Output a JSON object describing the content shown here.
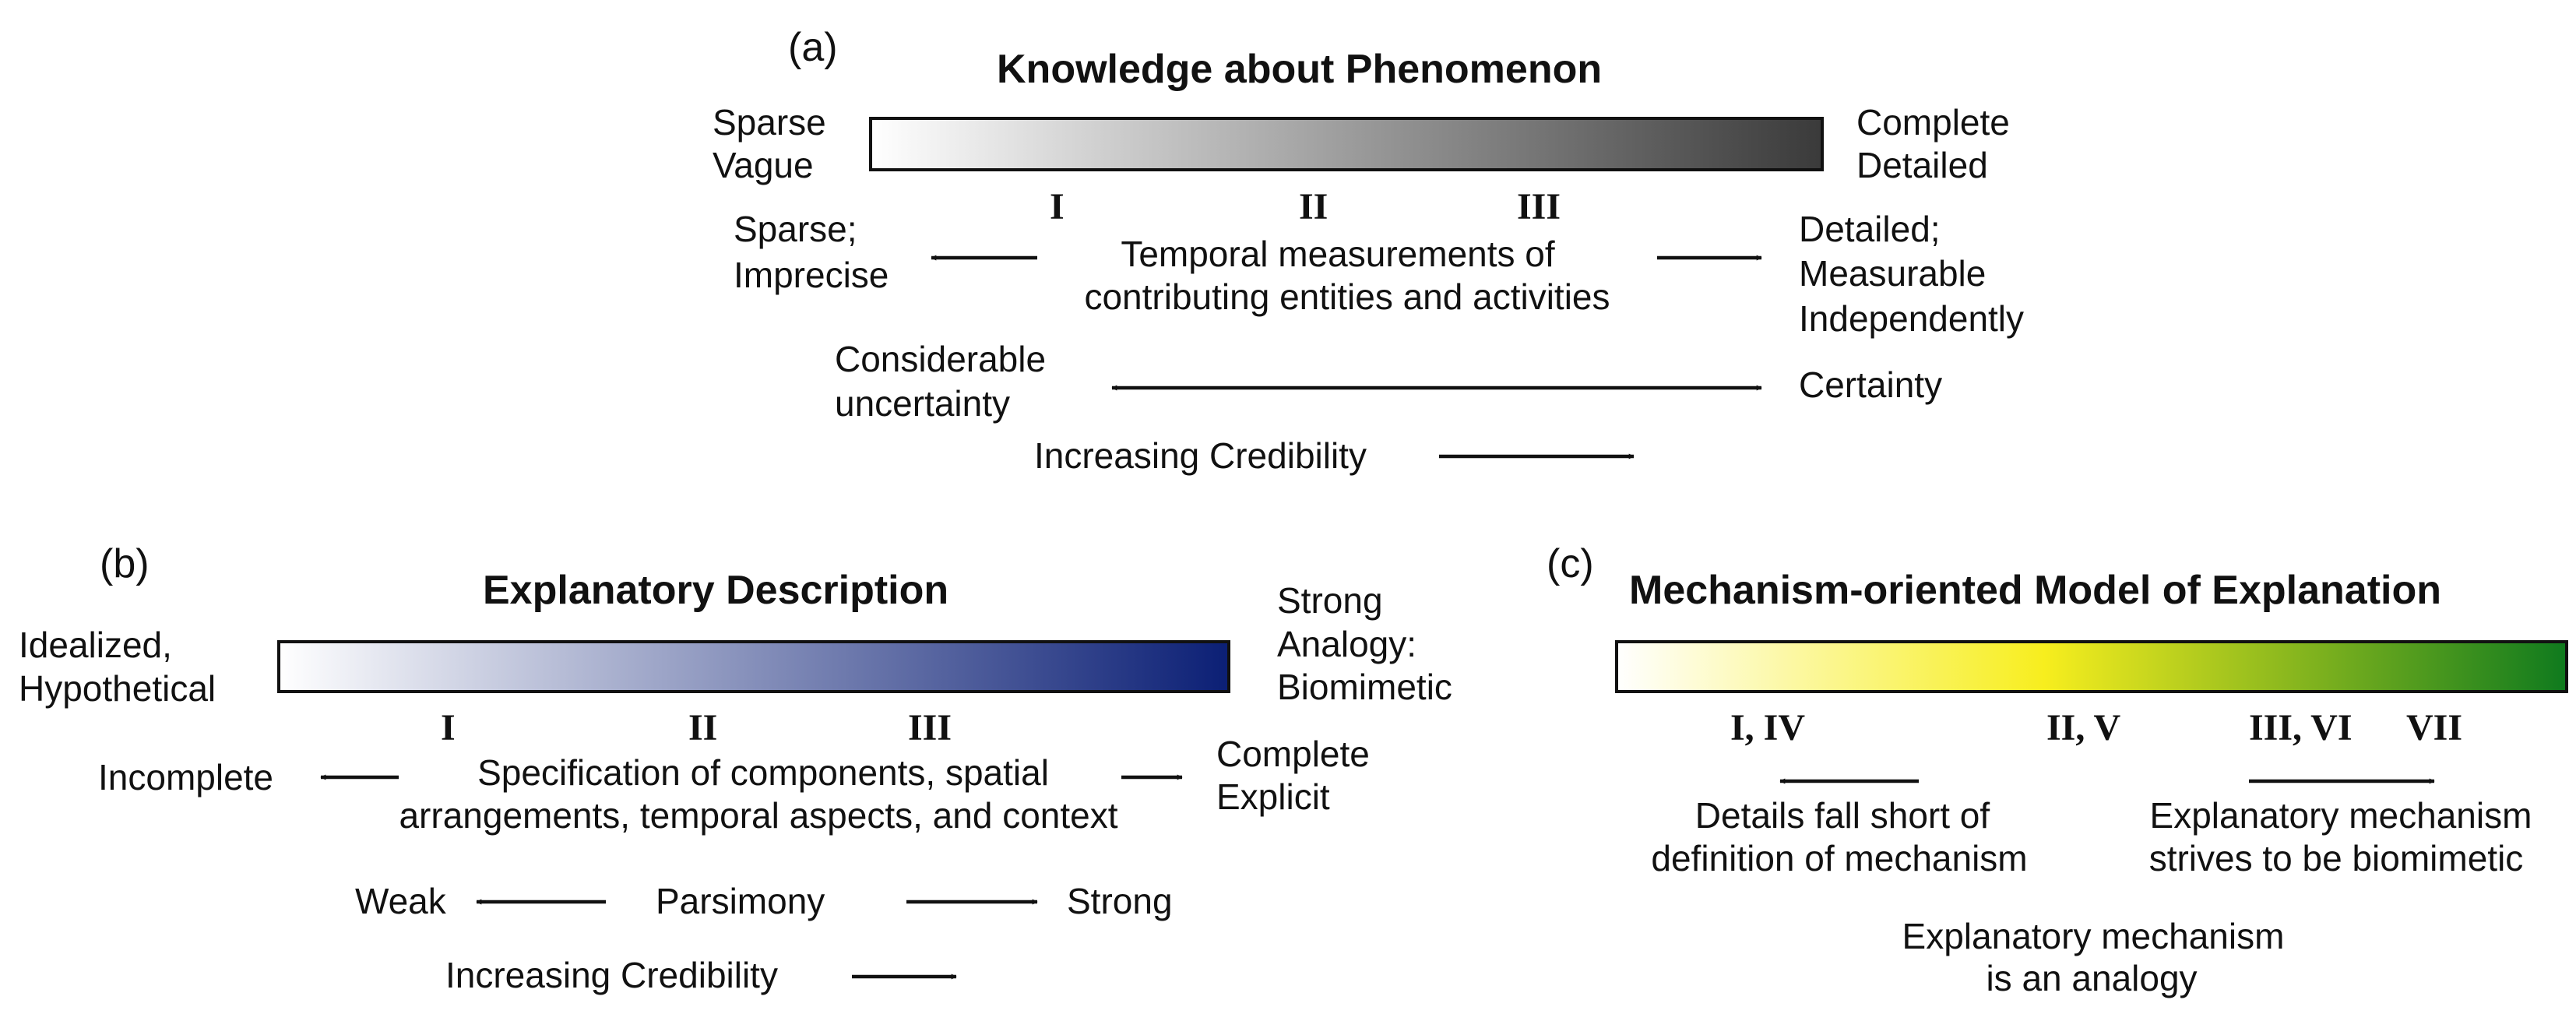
{
  "panel_a": {
    "letter": "(a)",
    "title": "Knowledge about Phenomenon",
    "left_label": [
      "Sparse",
      "Vague"
    ],
    "right_label": [
      "Complete",
      "Detailed"
    ],
    "markers": [
      "I",
      "II",
      "III"
    ],
    "measure_left": [
      "Sparse;",
      "Imprecise"
    ],
    "measure_center": [
      "Temporal measurements of",
      "contributing entities and activities"
    ],
    "measure_right": [
      "Detailed;",
      "Measurable",
      "Independently"
    ],
    "uncertainty_left": [
      "Considerable",
      "uncertainty"
    ],
    "uncertainty_right": "Certainty",
    "credibility": "Increasing Credibility",
    "gradient_colors": [
      "#ffffff",
      "#3a3a3a"
    ]
  },
  "panel_b": {
    "letter": "(b)",
    "title": "Explanatory Description",
    "left_label": [
      "Idealized,",
      "Hypothetical"
    ],
    "right_label": [
      "Strong",
      "Analogy:",
      "Biomimetic"
    ],
    "markers": [
      "I",
      "II",
      "III"
    ],
    "spec_left": "Incomplete",
    "spec_center": [
      "Specification of components, spatial",
      "arrangements, temporal aspects, and context"
    ],
    "spec_right": [
      "Complete",
      "Explicit"
    ],
    "parsimony_left": "Weak",
    "parsimony_center": "Parsimony",
    "parsimony_right": "Strong",
    "credibility": "Increasing Credibility",
    "gradient_colors": [
      "#ffffff",
      "#0b1f75"
    ]
  },
  "panel_c": {
    "letter": "(c)",
    "title": "Mechanism-oriented Model of Explanation",
    "markers": [
      "I, IV",
      "II, V",
      "III, VI",
      "VII"
    ],
    "left_text": [
      "Details fall short of",
      "definition of mechanism"
    ],
    "right_text": [
      "Explanatory mechanism",
      "strives to be biomimetic"
    ],
    "bottom_text": [
      "Explanatory mechanism",
      "is an analogy"
    ],
    "gradient_colors": [
      "#ffffff",
      "#f7ee1e",
      "#0f7a1e"
    ]
  }
}
